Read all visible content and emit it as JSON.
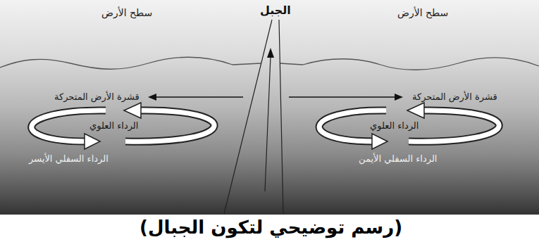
{
  "diagram": {
    "caption": "(رسم توضيحي لتكون الجبال)",
    "labels": [
      "سطح الأرض",
      "الجبل",
      "سطح الأرض",
      "قشرة الأرض المتحركة",
      "قشرة الأرض المتحركة",
      "الرداء العلوي",
      "الرداء العلوي",
      "الرداء السفلي الأيمن",
      "الرداء السفلي الأيسر"
    ]
  }
}
